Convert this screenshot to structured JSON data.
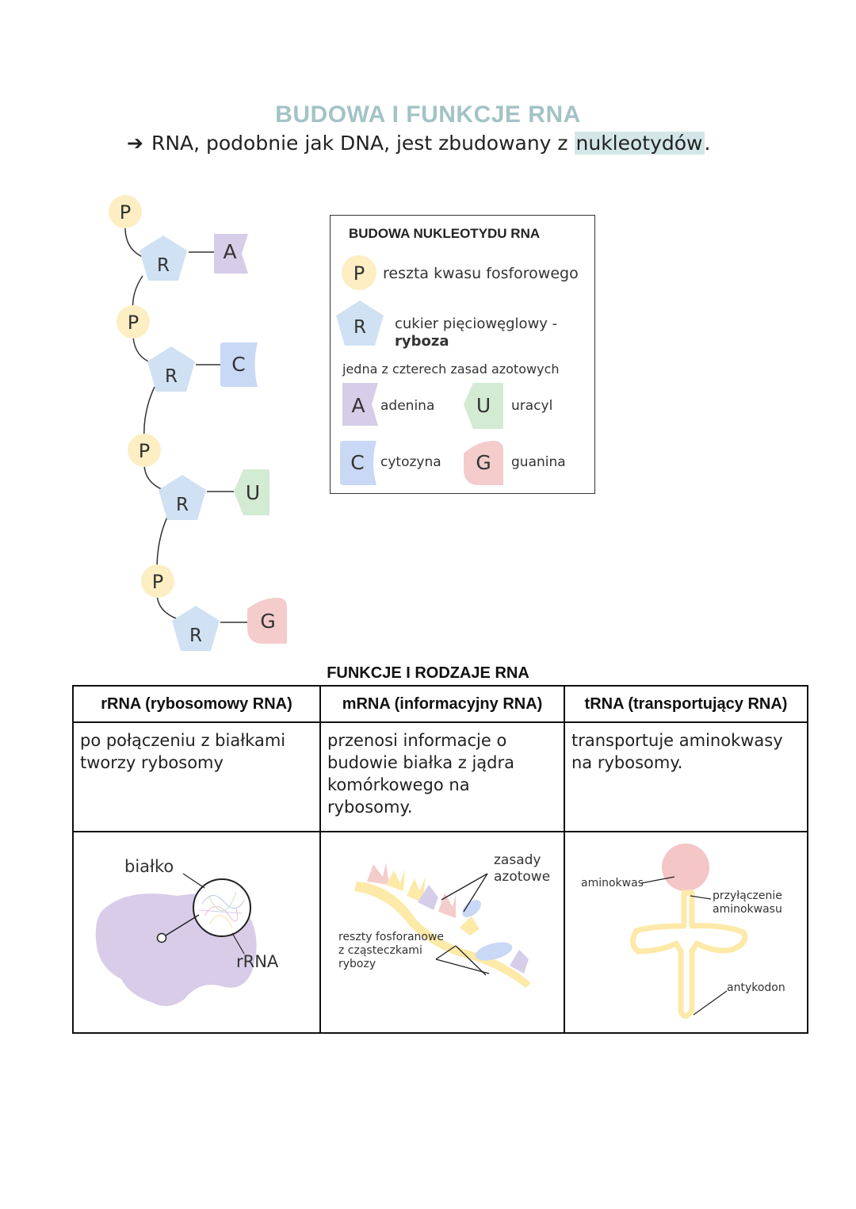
{
  "title": "BUDOWA I FUNKCJE RNA",
  "intro": {
    "arrow": "➔",
    "text": "RNA, podobnie jak DNA, jest zbudowany z ",
    "highlight": "nukleotydów",
    "end": "."
  },
  "chain": {
    "phosphate": "P",
    "sugar": "R",
    "bases": [
      "A",
      "C",
      "U",
      "G"
    ]
  },
  "legend": {
    "title": "BUDOWA NUKLEOTYDU RNA",
    "phosphate_symbol": "P",
    "phosphate_label": "reszta kwasu fosforowego",
    "sugar_symbol": "R",
    "sugar_label_line1": "cukier pięciowęglowy -",
    "sugar_label_line2": "ryboza",
    "bases_caption": "jedna z czterech zasad azotowych",
    "bases": [
      {
        "symbol": "A",
        "name": "adenina"
      },
      {
        "symbol": "U",
        "name": "uracyl"
      },
      {
        "symbol": "C",
        "name": "cytozyna"
      },
      {
        "symbol": "G",
        "name": "guanina"
      }
    ]
  },
  "colors": {
    "title": "#a3c3c6",
    "highlight": "#d4e6e8",
    "phosphate": "#fdeec3",
    "sugar": "#cfe1f2",
    "adenine": "#d6cde8",
    "cytosine": "#c8d8f5",
    "uracil": "#d3ead3",
    "guanine": "#f4cccc",
    "ribosome_protein": "#d8cce8",
    "trna_body": "#fde9a8",
    "trna_head": "#f4c6c6"
  },
  "functions": {
    "title": "FUNKCJE I RODZAJE RNA",
    "columns": [
      {
        "header": "rRNA (rybosomowy RNA)",
        "description": "po połączeniu z białkami tworzy rybosomy"
      },
      {
        "header": "mRNA (informacyjny RNA)",
        "description": "przenosi informacje o budowie białka z jądra komórkowego na rybosomy."
      },
      {
        "header": "tRNA (transportujący RNA)",
        "description": "transportuje aminokwasy na rybosomy."
      }
    ],
    "rrna_labels": {
      "protein": "białko",
      "rrna": "rRNA"
    },
    "mrna_labels": {
      "bases_line1": "zasady",
      "bases_line2": "azotowe",
      "backbone_line1": "reszty fosforanowe",
      "backbone_line2": "z cząsteczkami",
      "backbone_line3": "rybozy"
    },
    "trna_labels": {
      "amino_acid": "aminokwas",
      "attach_line1": "przyłączenie",
      "attach_line2": "aminokwasu",
      "anticodon": "antykodon"
    }
  }
}
